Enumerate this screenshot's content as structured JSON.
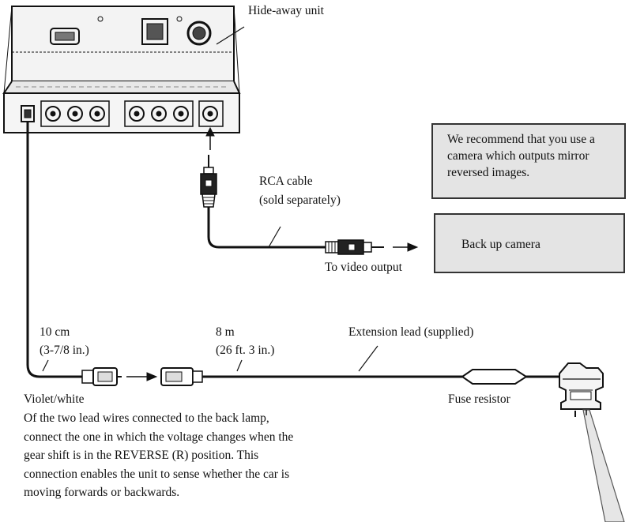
{
  "labels": {
    "hideaway_unit": "Hide-away unit",
    "note": "We recommend that you use a camera which outputs mirror reversed images.",
    "rca_cable_line1": "RCA cable",
    "rca_cable_line2": "(sold separately)",
    "back_up_camera": "Back up camera",
    "to_video_output": "To video output",
    "len_10cm_line1": "10 cm",
    "len_10cm_line2": "(3-7/8 in.)",
    "len_8m_line1": "8 m",
    "len_8m_line2": "(26 ft. 3 in.)",
    "extension_lead": "Extension lead (supplied)",
    "fuse_resistor": "Fuse resistor",
    "violet_white": "Violet/white",
    "instructions": "Of the two lead wires connected to the back lamp, connect the one in which the voltage changes when the gear shift is in the REVERSE (R) position. This connection enables the unit to sense whether the car is moving forwards or backwards."
  }
}
